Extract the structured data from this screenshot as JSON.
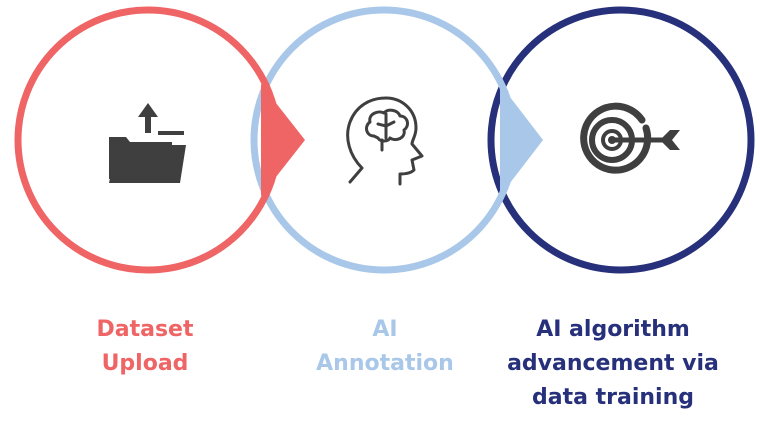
{
  "steps": [
    {
      "id": "upload",
      "label_lines": [
        "Dataset",
        "Upload"
      ],
      "color": "#ef6464",
      "icon": "folder-upload-icon"
    },
    {
      "id": "annotation",
      "label_lines": [
        "AI",
        "Annotation"
      ],
      "color": "#a9c7e8",
      "icon": "brain-head-icon"
    },
    {
      "id": "training",
      "label_lines": [
        "AI algorithm",
        "advancement via",
        "data training"
      ],
      "color": "#27307a",
      "icon": "target-icon"
    }
  ],
  "icon_color": "#3f3f3f"
}
